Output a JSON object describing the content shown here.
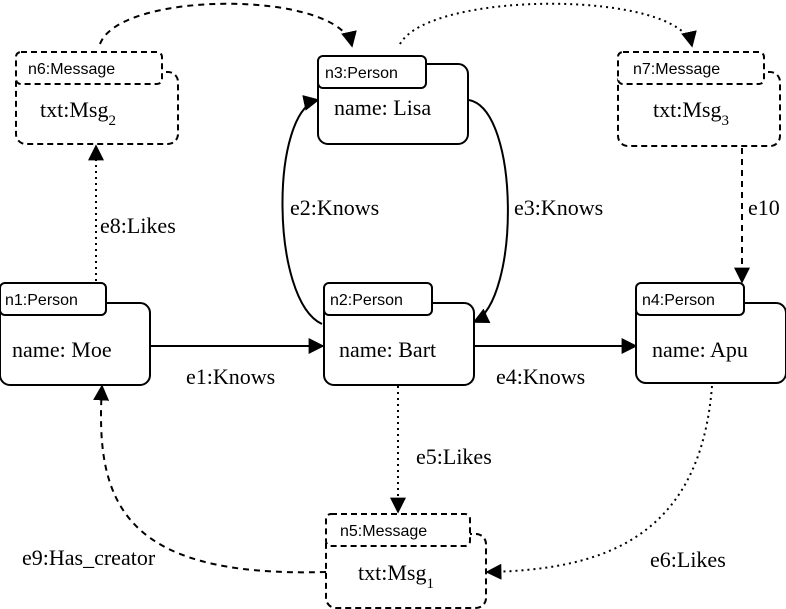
{
  "nodes": {
    "n1": {
      "tab": "n1:Person",
      "body": "name: Moe"
    },
    "n2": {
      "tab": "n2:Person",
      "body": "name: Bart"
    },
    "n3": {
      "tab": "n3:Person",
      "body": "name: Lisa"
    },
    "n4": {
      "tab": "n4:Person",
      "body": "name: Apu"
    },
    "n5": {
      "tab": "n5:Message",
      "body": "txt:Msg",
      "body_sub": "1"
    },
    "n6": {
      "tab": "n6:Message",
      "body": "txt:Msg",
      "body_sub": "2"
    },
    "n7": {
      "tab": "n7:Message",
      "body": "txt:Msg",
      "body_sub": "3"
    }
  },
  "edges": {
    "e1": "e1:Knows",
    "e2": "e2:Knows",
    "e3": "e3:Knows",
    "e4": "e4:Knows",
    "e5": "e5:Likes",
    "e6": "e6:Likes",
    "e8": "e8:Likes",
    "e9": "e9:Has_creator",
    "e10": "e10"
  }
}
